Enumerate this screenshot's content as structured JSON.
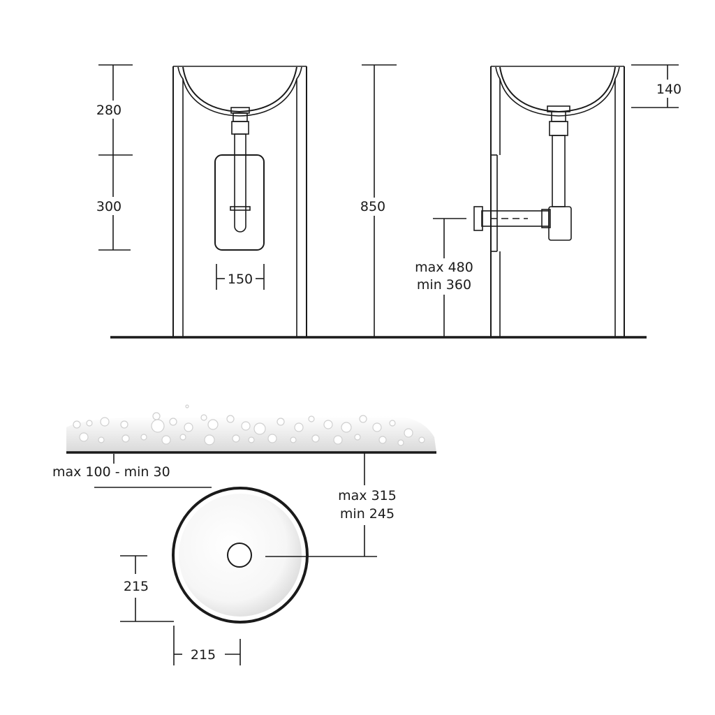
{
  "front_view": {
    "dim_upper": "280",
    "dim_lower": "300",
    "dim_width": "150"
  },
  "middle": {
    "dim_height": "850"
  },
  "side_view": {
    "dim_top": "140",
    "dim_drain_max": "max 480",
    "dim_drain_min": "min 360"
  },
  "plan_view": {
    "dim_offset": "max 100 - min 30",
    "dim_depth_max": "max 315",
    "dim_depth_min": "min 245",
    "dim_vertical": "215",
    "dim_horizontal": "215"
  }
}
